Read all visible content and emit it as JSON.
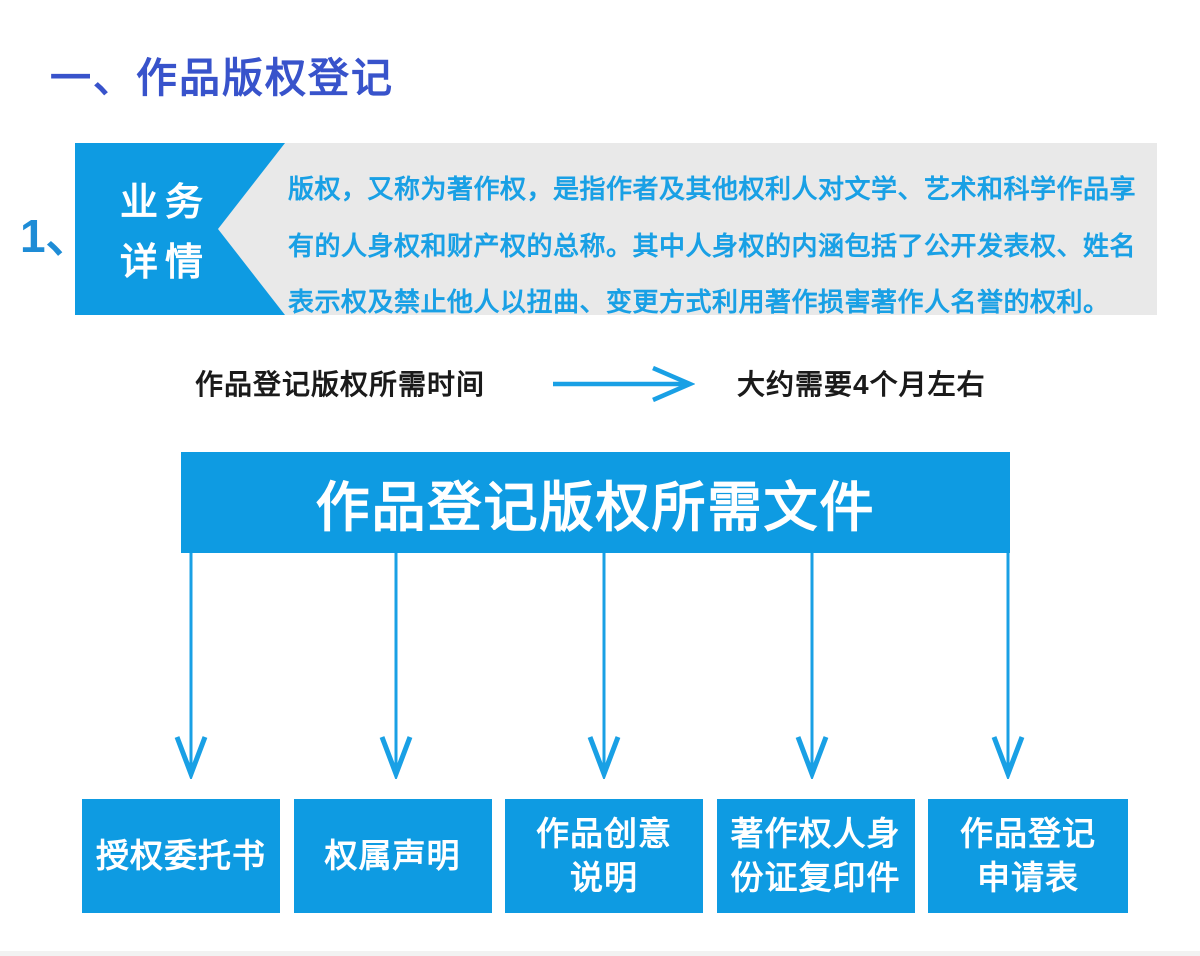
{
  "colors": {
    "primary_blue": "#0E9BE2",
    "title_blue": "#3853CB",
    "body_text_blue": "#19A0E5",
    "panel_gray": "#E9E9E9",
    "text_black": "#1A1A1A"
  },
  "header": {
    "section_title": "一、作品版权登记"
  },
  "detail": {
    "item_number": "1、",
    "tag_line1": "业务",
    "tag_line2": "详情",
    "description": [
      "版权，又称为著作权，是指作者及其他权利人对文学、艺术和科学作品享",
      "有的人身权和财产权的总称。其中人身权的内涵包括了公开发表权、姓名",
      "表示权及禁止他人以扭曲、变更方式利用著作损害著作人名誉的权利。"
    ]
  },
  "duration": {
    "label": "作品登记版权所需时间",
    "value": "大约需要4个月左右"
  },
  "documents": {
    "heading": "作品登记版权所需文件",
    "items": [
      {
        "label": "授权委托书"
      },
      {
        "label": "权属声明"
      },
      {
        "label": "作品创意\n说明"
      },
      {
        "label": "著作权人身\n份证复印件"
      },
      {
        "label": "作品登记\n申请表"
      }
    ]
  }
}
